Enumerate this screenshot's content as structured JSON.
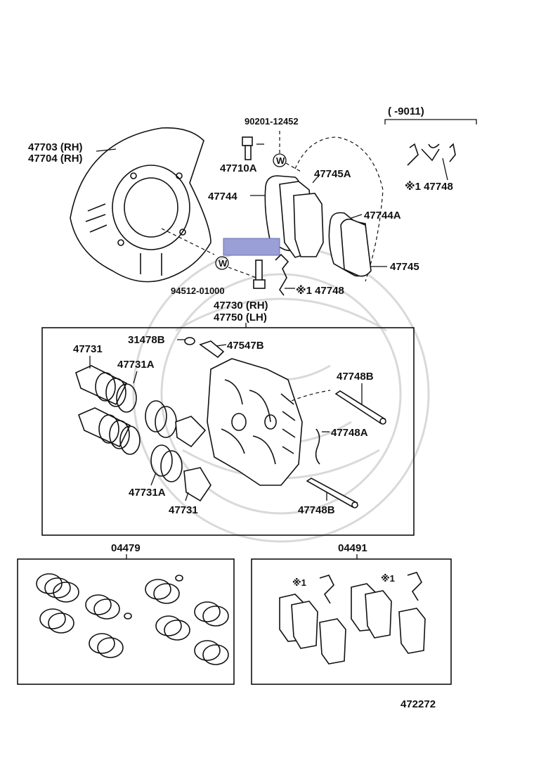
{
  "diagram": {
    "labels": {
      "date_range": "(      -9011)",
      "bolt_90201": "90201-12452",
      "shield_rh": "47703 (RH)",
      "shield_lh": "47704 (RH)",
      "bolt_47710a": "47710A",
      "shim_47745a": "47745A",
      "pad_47744": "47744",
      "clip_47748_top": "※1 47748",
      "shim_47744a": "47744A",
      "shim_47745": "47745",
      "bolt_94512": "94512-01000",
      "clip_47748_mid": "※1 47748",
      "caliper_rh": "47730 (RH)",
      "caliper_lh": "47750 (LH)",
      "cap_31478b": "31478B",
      "bleeder_47547b": "47547B",
      "piston_47731_top": "47731",
      "seal_47731a_top": "47731A",
      "pin_47748b_top": "47748B",
      "spring_47748a": "47748A",
      "seal_47731a_bottom": "47731A",
      "piston_47731_bottom": "47731",
      "pin_47748b_bottom": "47748B",
      "kit_04479": "04479",
      "kit_04491": "04491",
      "kit_note_1": "※1",
      "kit_note_2": "※1",
      "washer_mark_1": "W",
      "washer_mark_2": "W",
      "catalog_number": "472272"
    }
  }
}
